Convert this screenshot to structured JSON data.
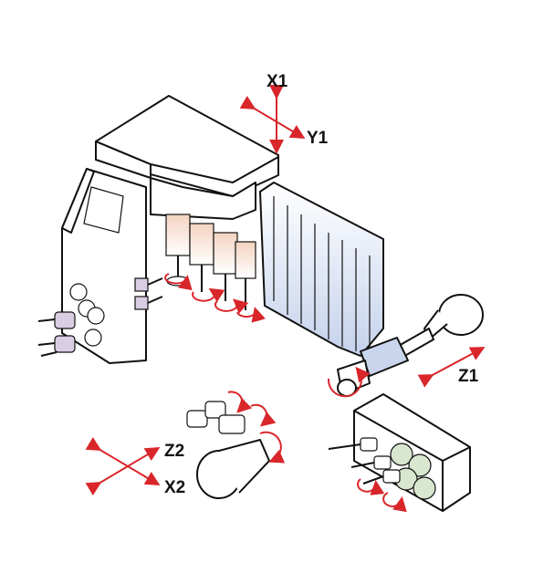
{
  "axes": {
    "x1": "X1",
    "y1": "Y1",
    "z1": "Z1",
    "z2": "Z2",
    "x2": "X2"
  },
  "colors": {
    "axis_arrow": "#d9262b",
    "outline": "#111111",
    "spindle_fill": "#f6dccc",
    "comb_fill": "#c9d5ec",
    "turret_fill": "#d9e6d0",
    "left_tool_fill": "#d8cde3"
  }
}
